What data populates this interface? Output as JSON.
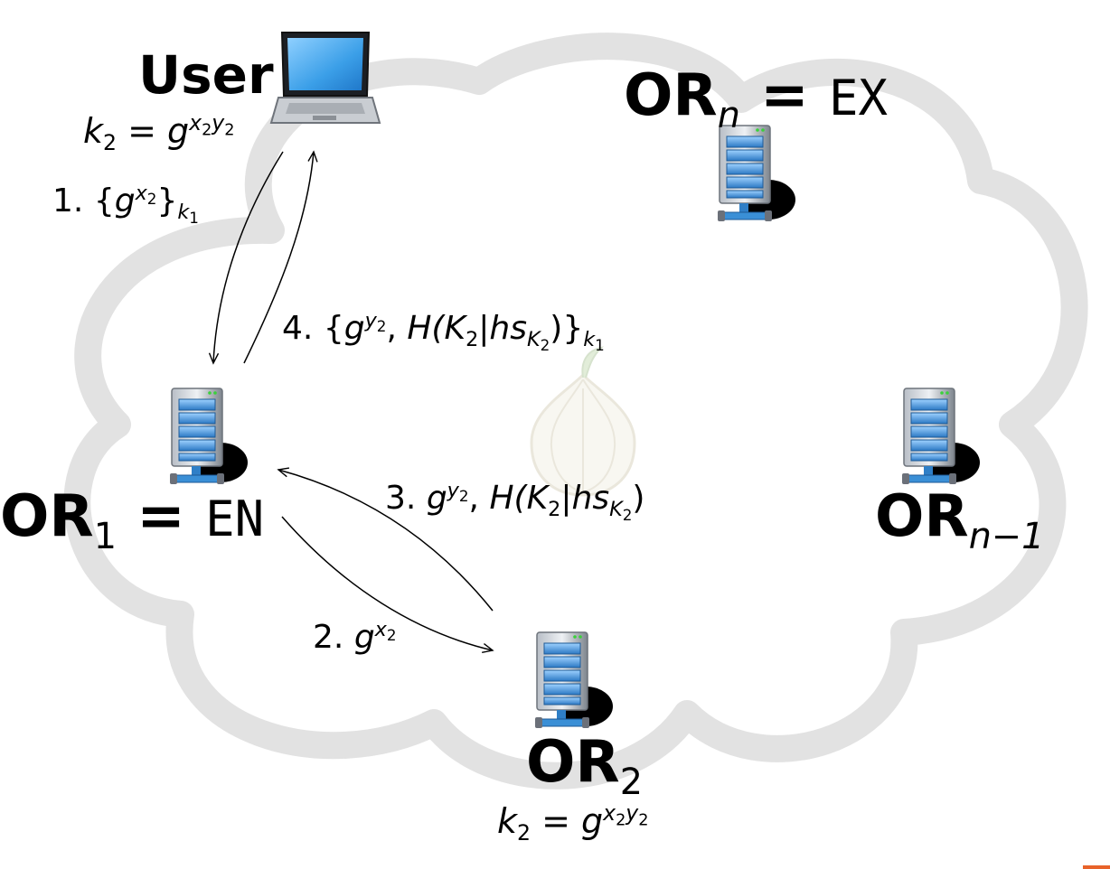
{
  "nodes": {
    "user": {
      "title": "User",
      "key": {
        "k": "k",
        "k_sub": "2",
        "eq": " = ",
        "g": "g",
        "exp": "x",
        "exp_sub1": "2",
        "exp_mid": "y",
        "exp_sub2": "2"
      }
    },
    "orn": {
      "title": "OR",
      "sub": "n",
      "eq": " = ",
      "role": "EX"
    },
    "or1": {
      "title": "OR",
      "sub": "1",
      "eq": " = ",
      "role": "EN"
    },
    "or2": {
      "title": "OR",
      "sub": "2",
      "key": {
        "k": "k",
        "k_sub": "2",
        "eq": " = ",
        "g": "g",
        "exp": "x",
        "exp_sub1": "2",
        "exp_mid": "y",
        "exp_sub2": "2"
      }
    },
    "orn1": {
      "title": "OR",
      "sub": "n−1"
    }
  },
  "messages": {
    "m1": {
      "num": "1.",
      "lbrace": "{",
      "g": "g",
      "exp": "x",
      "exp_sub": "2",
      "rbrace": "}",
      "key": "k",
      "key_sub": "1"
    },
    "m2": {
      "num": "2.",
      "g": "g",
      "exp": "x",
      "exp_sub": "2"
    },
    "m3": {
      "num": "3.",
      "g": "g",
      "exp": "y",
      "exp_sub": "2",
      "comma": ", ",
      "H": "H(",
      "K": "K",
      "K_sub": "2",
      "bar": "|hs",
      "hs_sub": "K",
      "hs_sub2": "2",
      "close": ")"
    },
    "m4": {
      "num": "4.",
      "lbrace": "{",
      "g": "g",
      "exp": "y",
      "exp_sub": "2",
      "comma": ", ",
      "H": "H(",
      "K": "K",
      "K_sub": "2",
      "bar": "|hs",
      "hs_sub": "K",
      "hs_sub2": "2",
      "close": ")",
      "rbrace": "}",
      "key": "k",
      "key_sub": "1"
    }
  },
  "colors": {
    "cloud": "#e2e2e2",
    "arrow": "#000000",
    "server_blue": "#3a8fd6",
    "server_body": "#8a9099",
    "orange_accent": "#e8632a"
  },
  "icons": [
    "laptop-icon",
    "server-icon",
    "tor-onion-icon",
    "cloud-shape"
  ]
}
